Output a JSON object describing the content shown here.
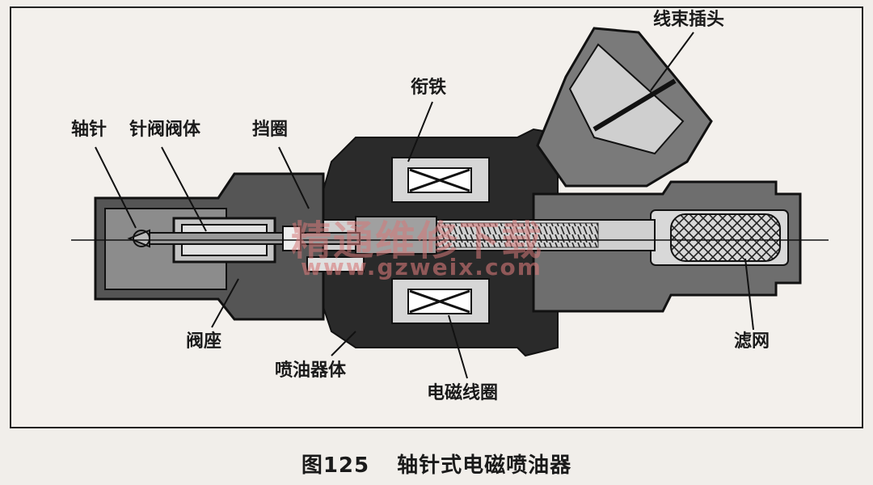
{
  "labels": {
    "shaft_needle": "轴针",
    "needle_valve_body": "针阀阀体",
    "retaining_ring": "挡圈",
    "armature": "衔铁",
    "harness_plug": "线束插头",
    "valve_seat": "阀座",
    "injector_body": "喷油器体",
    "solenoid_coil": "电磁线圈",
    "filter_screen": "滤网"
  },
  "caption": {
    "figure_number": "图125",
    "title": "轴针式电磁喷油器"
  },
  "watermark": {
    "text": "精通维修下载",
    "url": "www.gzweix.com"
  }
}
